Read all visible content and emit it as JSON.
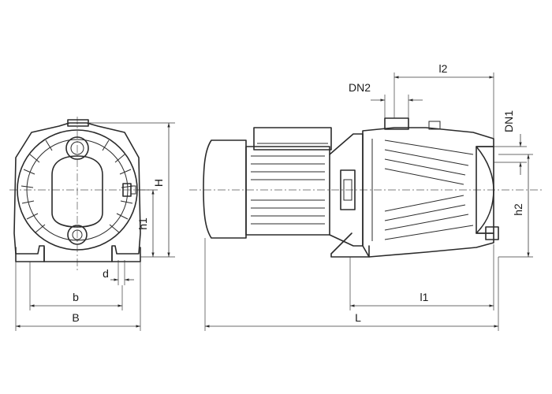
{
  "front_view": {
    "labels": {
      "height_total": "H",
      "shaft_height": "h1",
      "foot_hole": "d",
      "foot_spacing": "b",
      "base_width": "B"
    }
  },
  "side_view": {
    "labels": {
      "discharge_offset": "l2",
      "discharge_size": "DN2",
      "suction_size": "DN1",
      "suction_height": "h2",
      "foot_to_end": "l1",
      "total_length": "L"
    }
  }
}
